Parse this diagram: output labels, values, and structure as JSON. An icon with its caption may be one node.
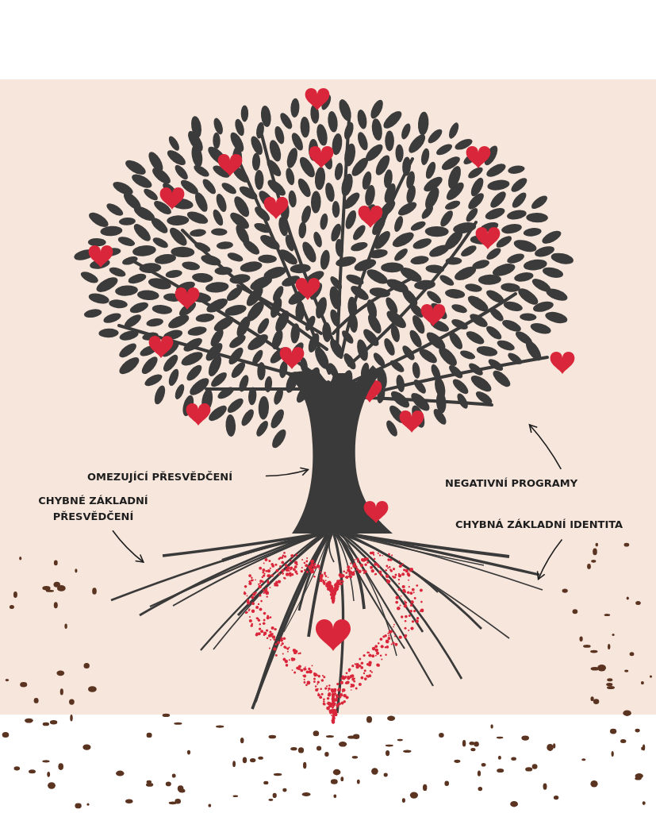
{
  "diagram": {
    "nodes": [
      {
        "text": [],
        "shape": "picture"
      },
      {
        "text": [],
        "shape": "picture"
      },
      {
        "text": [],
        "shape": "picture"
      },
      {
        "text": [
          "OMEZUJÍCÍ PŘESVĚDČENÍ"
        ]
      },
      {
        "text": [
          "NEGATIVNÍ PROGRAMY"
        ]
      },
      {
        "text": [
          "CHYBNÉ ZÁKLADNÍ PŘESVĚDČENÍ"
        ]
      },
      {
        "text": [
          "CHYBNÁ ZÁKLADNÍ IDENTITA"
        ]
      }
    ],
    "edges": [
      {
        "from": 3,
        "to": 1,
        "arrow": "to"
      },
      {
        "from": 4,
        "to": 0,
        "arrow": "to"
      },
      {
        "from": 5,
        "to": 2,
        "arrow": "to"
      },
      {
        "from": 6,
        "to": 2,
        "arrow": "to"
      }
    ]
  }
}
